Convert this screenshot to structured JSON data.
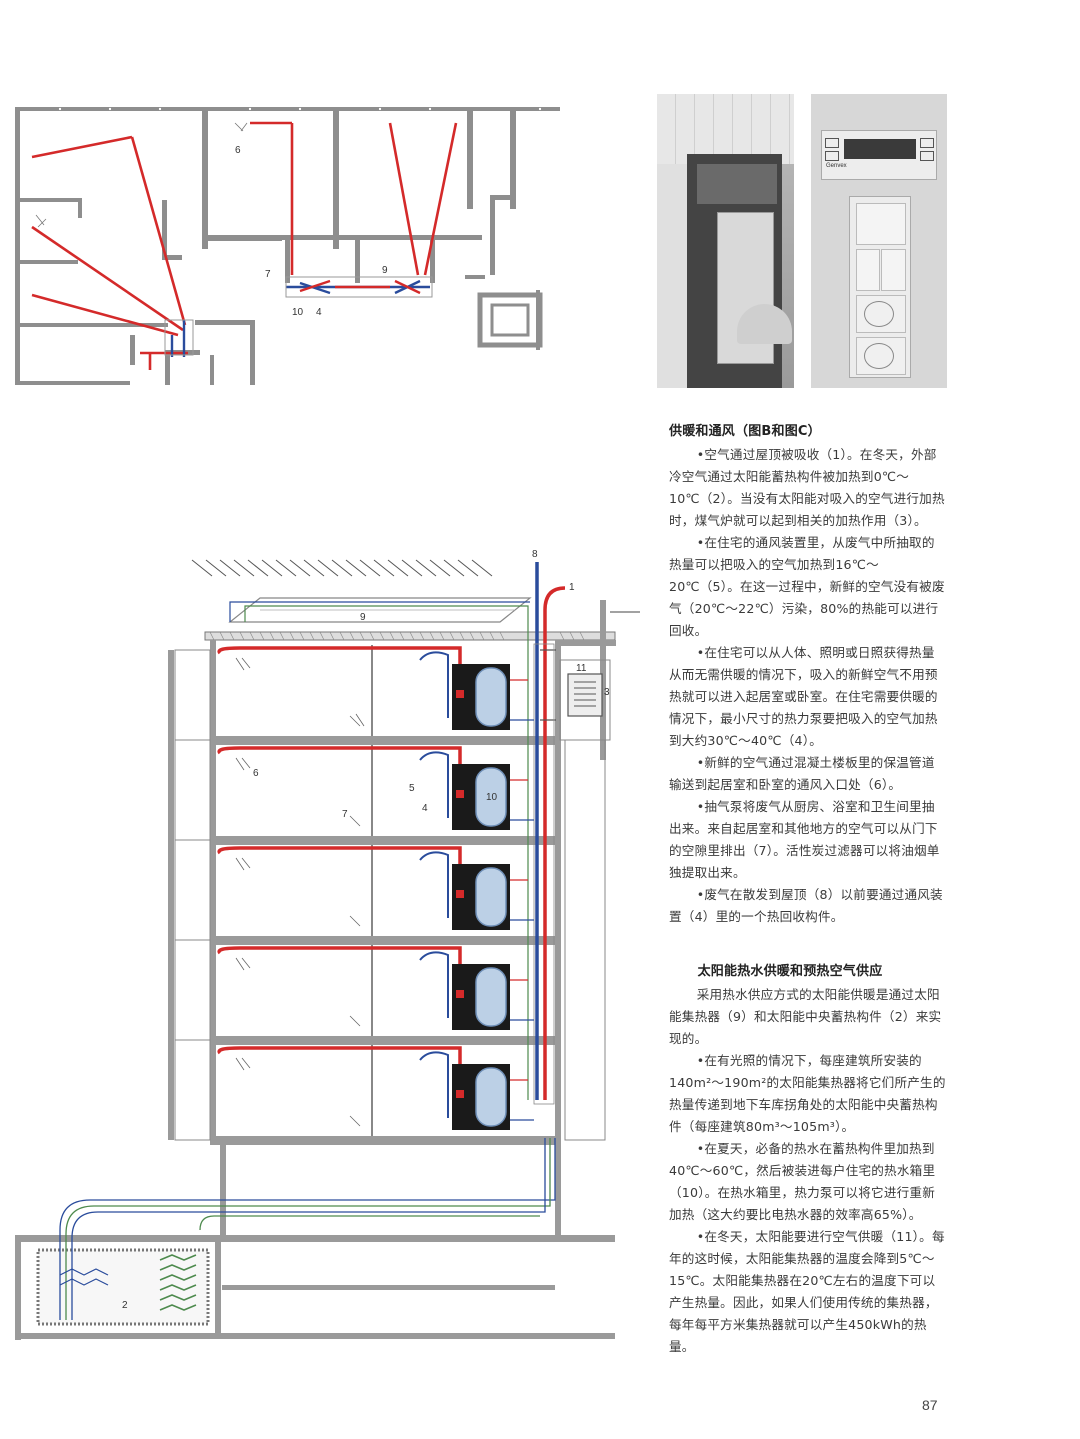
{
  "plan_labels": {
    "n6": "6",
    "n7": "7",
    "n9": "9",
    "n10": "10",
    "n4": "4"
  },
  "section_labels": {
    "n8": "8",
    "n1": "1",
    "n9": "9",
    "n11": "11",
    "n3": "3",
    "n5": "5",
    "n4": "4",
    "n10": "10",
    "n6": "6",
    "n7": "7",
    "n2": "2"
  },
  "control_panel": {
    "brand": "Genvex"
  },
  "section1": {
    "heading": "供暖和通风（图B和图C）",
    "paragraphs": [
      "•空气通过屋顶被吸收（1）。在冬天，外部冷空气通过太阳能蓄热构件被加热到0℃～10℃（2）。当没有太阳能对吸入的空气进行加热时，煤气炉就可以起到相关的加热作用（3）。",
      "•在住宅的通风装置里，从废气中所抽取的热量可以把吸入的空气加热到16℃～20℃（5）。在这一过程中，新鲜的空气没有被废气（20℃～22℃）污染，80%的热能可以进行回收。",
      "•在住宅可以从人体、照明或日照获得热量从而无需供暖的情况下，吸入的新鲜空气不用预热就可以进入起居室或卧室。在住宅需要供暖的情况下，最小尺寸的热力泵要把吸入的空气加热到大约30℃～40℃（4）。",
      "•新鲜的空气通过混凝土楼板里的保温管道输送到起居室和卧室的通风入口处（6）。",
      "•抽气泵将废气从厨房、浴室和卫生间里抽出来。来自起居室和其他地方的空气可以从门下的空隙里排出（7）。活性炭过滤器可以将油烟单独提取出来。",
      "•废气在散发到屋顶（8）以前要通过通风装置（4）里的一个热回收构件。"
    ]
  },
  "section2": {
    "heading": "太阳能热水供暖和预热空气供应",
    "paragraphs": [
      "采用热水供应方式的太阳能供暖是通过太阳能集热器（9）和太阳能中央蓄热构件（2）来实现的。",
      "•在有光照的情况下，每座建筑所安装的140m²～190m²的太阳能集热器将它们所产生的热量传递到地下车库拐角处的太阳能中央蓄热构件（每座建筑80m³～105m³）。",
      "•在夏天，必备的热水在蓄热构件里加热到40℃～60℃，然后被装进每户住宅的热水箱里（10）。在热水箱里，热力泵可以将它进行重新加热（这大约要比电热水器的效率高65%）。",
      "•在冬天，太阳能要进行空气供暖（11）。每年的这时候，太阳能集热器的温度会降到5℃～15℃。太阳能集热器在20℃左右的温度下可以产生热量。因此，如果人们使用传统的集热器，每年每平方米集热器就可以产生450kWh的热量。"
    ]
  },
  "page_number": "87",
  "colors": {
    "wall": "#8e8e8e",
    "red": "#d42a2a",
    "blue": "#2a4c9c",
    "green": "#4d8a4d",
    "tank": "#bcd0e6"
  }
}
